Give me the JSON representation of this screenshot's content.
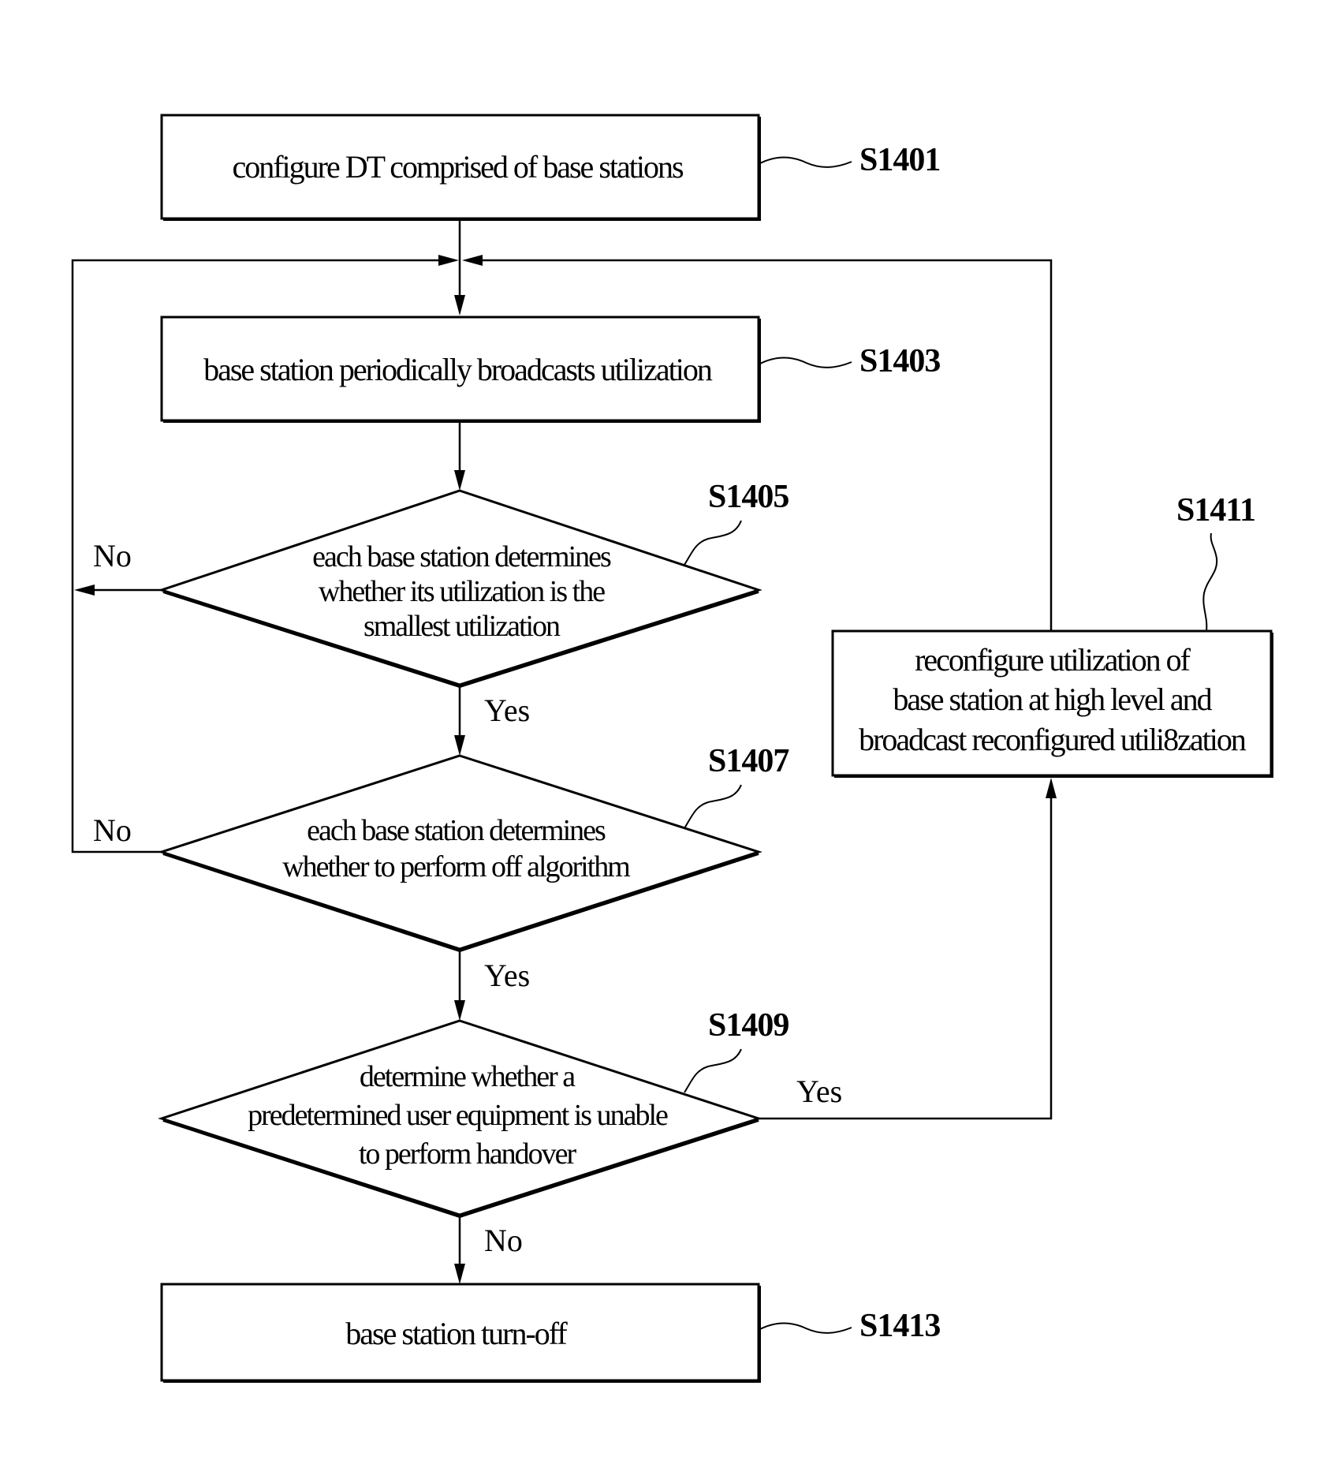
{
  "steps": {
    "s1401": {
      "text": "configure DT comprised of base stations",
      "label": "S1401"
    },
    "s1403": {
      "text": "base station periodically broadcasts utilization",
      "label": "S1403"
    },
    "s1405": {
      "lines": [
        "each base station determines",
        "whether its utilization is the",
        "smallest utilization"
      ],
      "label": "S1405"
    },
    "s1407": {
      "lines": [
        "each base station determines",
        "whether to perform off algorithm"
      ],
      "label": "S1407"
    },
    "s1409": {
      "lines": [
        "determine whether a",
        "predetermined user equipment is unable",
        "to perform handover"
      ],
      "label": "S1409"
    },
    "s1411": {
      "lines": [
        "reconfigure utilization of",
        "base station at high level and",
        "broadcast reconfigured utili8zation"
      ],
      "label": "S1411"
    },
    "s1413": {
      "text": "base station turn-off",
      "label": "S1413"
    }
  },
  "branches": {
    "s1405_no": "No",
    "s1405_yes": "Yes",
    "s1407_no": "No",
    "s1407_yes": "Yes",
    "s1409_yes": "Yes",
    "s1409_no": "No"
  }
}
